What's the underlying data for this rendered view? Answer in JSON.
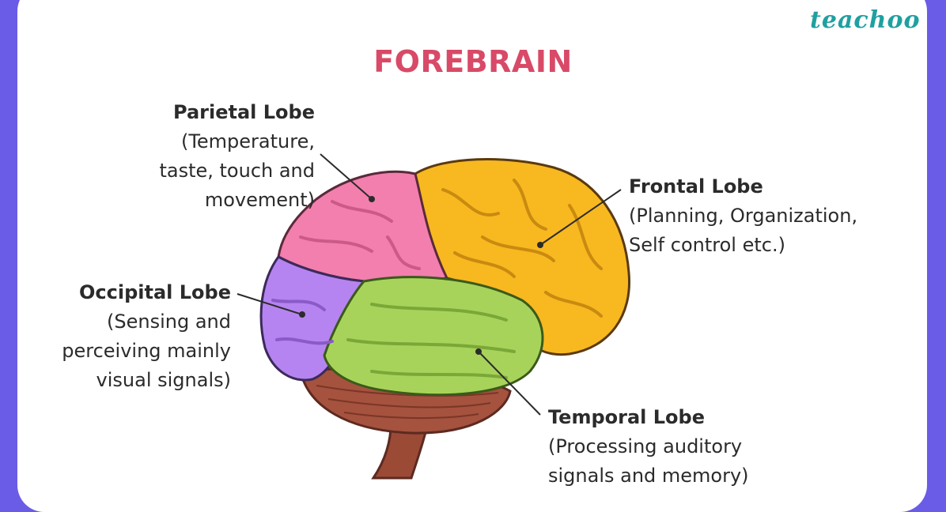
{
  "brand": "teachoo",
  "title": "FOREBRAIN",
  "colors": {
    "frame": "#6a5ce6",
    "title": "#d84a67",
    "brand": "#1fa0a0",
    "parietal": "#f27fae",
    "frontal": "#f8b820",
    "occipital": "#b684f0",
    "temporal": "#a8d35a",
    "cerebellum": "#a5523f",
    "stem": "#9b4a36"
  },
  "lobes": {
    "parietal": {
      "name": "Parietal Lobe",
      "description": "(Temperature,\ntaste, touch and\nmovement)"
    },
    "frontal": {
      "name": "Frontal Lobe",
      "description": "(Planning, Organization,\nSelf control etc.)"
    },
    "occipital": {
      "name": "Occipital Lobe",
      "description": "(Sensing and\nperceiving mainly\nvisual signals)"
    },
    "temporal": {
      "name": "Temporal Lobe",
      "description": "(Processing auditory\nsignals and memory)"
    }
  }
}
